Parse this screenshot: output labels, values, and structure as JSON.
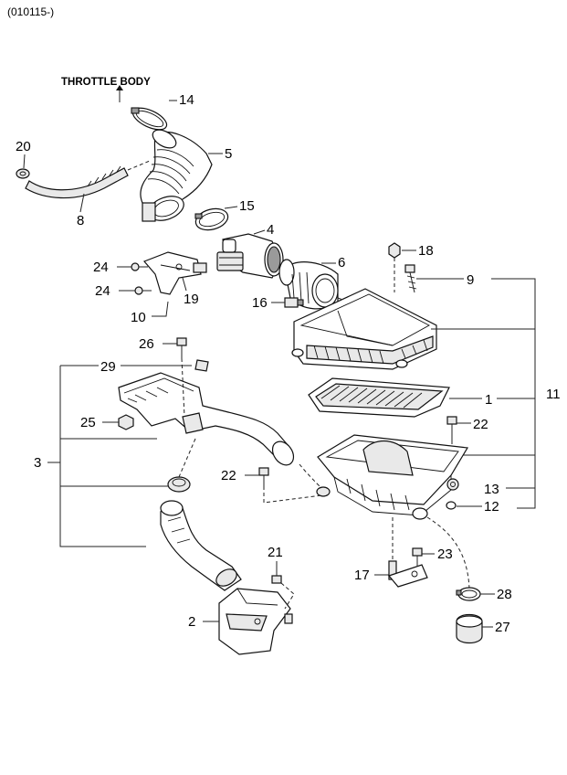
{
  "header": {
    "code": "(010115-)"
  },
  "labels": {
    "throttle_body": "THROTTLE BODY"
  },
  "callouts": {
    "c1": "1",
    "c2": "2",
    "c3": "3",
    "c4": "4",
    "c5": "5",
    "c6": "6",
    "c8": "8",
    "c9": "9",
    "c10": "10",
    "c11": "11",
    "c12": "12",
    "c13": "13",
    "c14": "14",
    "c15": "15",
    "c16": "16",
    "c17": "17",
    "c18": "18",
    "c19": "19",
    "c20": "20",
    "c21": "21",
    "c22a": "22",
    "c22b": "22",
    "c23": "23",
    "c24a": "24",
    "c24b": "24",
    "c25": "25",
    "c26": "26",
    "c27": "27",
    "c28": "28",
    "c29": "29"
  },
  "colors": {
    "line": "#111111",
    "background": "#ffffff",
    "shade": "#9a9a9a"
  }
}
